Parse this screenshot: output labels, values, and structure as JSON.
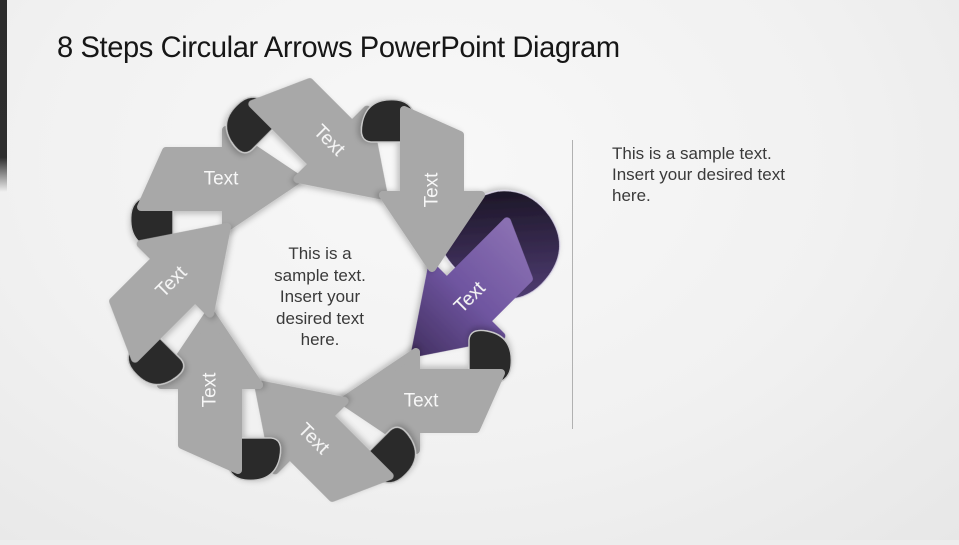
{
  "slide": {
    "title": "8 Steps Circular Arrows PowerPoint Diagram",
    "center_text_lines": [
      "This is a",
      "sample text.",
      "Insert your",
      "desired text",
      "here."
    ],
    "side_text_lines": [
      "This is a sample text.",
      "Insert your desired text",
      "here."
    ]
  },
  "diagram": {
    "steps": [
      {
        "label": "Text",
        "highlighted": false
      },
      {
        "label": "Text",
        "highlighted": false
      },
      {
        "label": "Text",
        "highlighted": false
      },
      {
        "label": "Text",
        "highlighted": true
      },
      {
        "label": "Text",
        "highlighted": false
      },
      {
        "label": "Text",
        "highlighted": false
      },
      {
        "label": "Text",
        "highlighted": false
      },
      {
        "label": "Text",
        "highlighted": false
      }
    ],
    "colors": {
      "arrow_gray": "#a8a8a8",
      "label_color": "#f7f7f7",
      "fold_dark": "#2b2b2b",
      "fold_edge": "#c9c9c9",
      "accent_purple_light": "#8a70b2",
      "accent_purple_mid": "#6f55a0",
      "accent_purple_dark": "#443163",
      "fold_purple_dark": "#14101b",
      "fold_purple_light": "#54407a"
    }
  }
}
